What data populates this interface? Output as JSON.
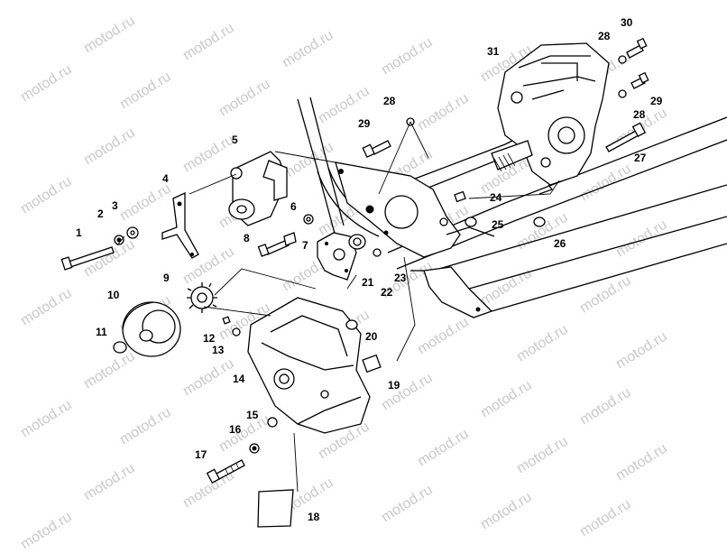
{
  "watermark_text": "motod.ru",
  "callouts": [
    "1",
    "2",
    "3",
    "4",
    "5",
    "6",
    "7",
    "8",
    "9",
    "10",
    "11",
    "12",
    "13",
    "14",
    "15",
    "16",
    "17",
    "18",
    "19",
    "20",
    "21",
    "22",
    "23",
    "24",
    "25",
    "26",
    "27",
    "28",
    "28",
    "28",
    "29",
    "29",
    "30",
    "31"
  ]
}
